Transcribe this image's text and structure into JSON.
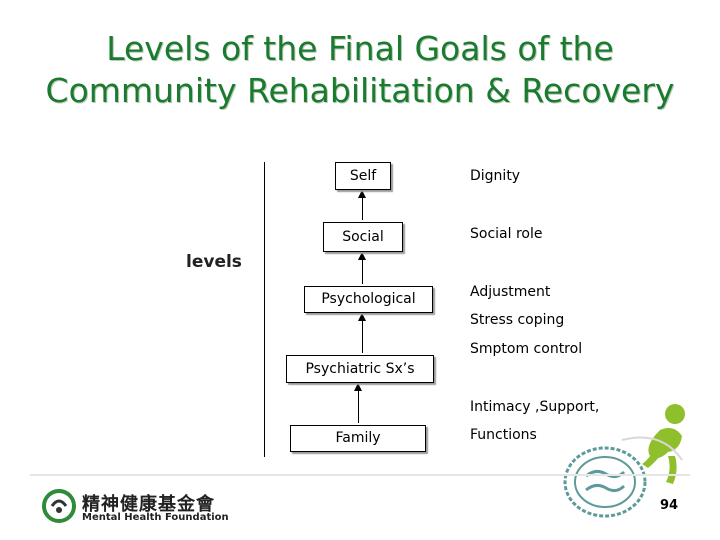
{
  "title": {
    "line1": "Levels of the Final Goals of the",
    "line2": "Community Rehabilitation & Recovery"
  },
  "axis_label": "levels",
  "boxes": [
    "Self",
    "Social",
    "Psychological",
    "Psychiatric Sx’s",
    "Family"
  ],
  "goals": [
    "Dignity",
    "Social role",
    "Adjustment",
    "Stress coping",
    "Smptom control",
    "Intimacy ,Support,",
    "Functions"
  ],
  "footer": {
    "org_chinese": "精神健康基金會",
    "org_english": "Mental Health Foundation",
    "page_number": "94"
  },
  "colors": {
    "title": "#1a7a2e",
    "logo_green": "#2e8b3a",
    "deco_green": "#8fbf2a"
  }
}
